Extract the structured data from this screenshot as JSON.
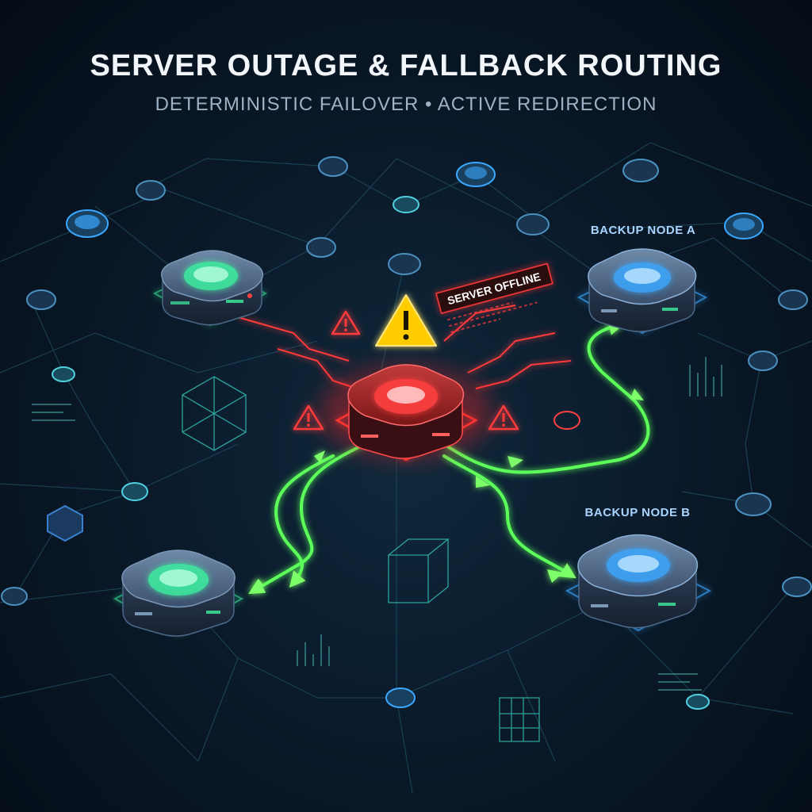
{
  "header": {
    "title": "SERVER OUTAGE & FALLBACK ROUTING",
    "subtitle": "DETERMINISTIC FAILOVER • ACTIVE REDIRECTION"
  },
  "labels": {
    "server_offline": "SERVER OFFLINE",
    "backup_a": "BACKUP NODE A",
    "backup_b": "BACKUP NODE B"
  },
  "colors": {
    "background": "#0a1a2a",
    "healthy_node": "#3ef0a0",
    "backup_node": "#3aa8ff",
    "failed_node": "#ff3030",
    "reroute_path": "#5dff5a",
    "warning": "#ffcc00",
    "network_line": "#2a5a6e"
  },
  "nodes": [
    {
      "id": "server-offline",
      "status": "offline"
    },
    {
      "id": "backup-node-a",
      "status": "backup"
    },
    {
      "id": "backup-node-b",
      "status": "backup"
    },
    {
      "id": "healthy-node-1",
      "status": "online"
    },
    {
      "id": "healthy-node-2",
      "status": "online"
    }
  ],
  "icons": [
    "warning-triangle-icon",
    "warning-triangle-icon",
    "warning-triangle-icon",
    "warning-triangle-icon"
  ]
}
